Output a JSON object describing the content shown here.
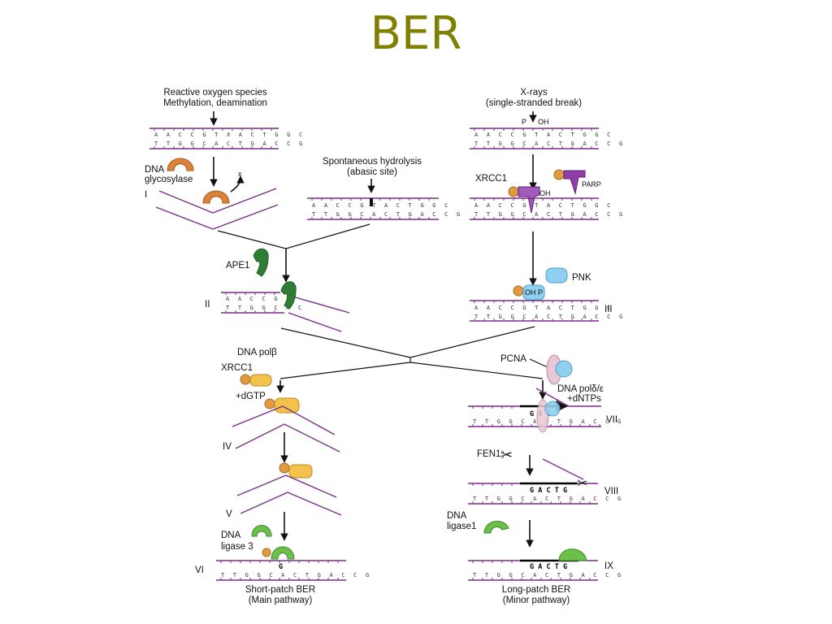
{
  "slide": {
    "title": "BER"
  },
  "labels": {
    "ros_1": "Reactive  oxygen species",
    "ros_2": "Methylation, deamination",
    "xray_1": "X-rays",
    "xray_2": "(single-stranded break)",
    "hydro_1": "Spontaneous hydrolysis",
    "hydro_2": "(abasic site)",
    "dna_glyco_1": "DNA",
    "dna_glyco_2": "glycosylase",
    "x_mark": "X",
    "x_release": "x",
    "xrcc1_top": "XRCC1",
    "parp": "PARP",
    "p_mark": "P",
    "oh_mark": "OH",
    "ape1": "APE1",
    "pnk": "PNK",
    "oh_p": "OH P",
    "dna_polb": "DNA polβ",
    "xrcc1_mid": "XRCC1",
    "dgtp": "+dGTP",
    "pcna": "PCNA",
    "pol_de": "DNA polδ/ε",
    "dntps": "+dNTPs",
    "fen1": "FEN1",
    "dna_ligase1_1": "DNA",
    "dna_ligase1_2": "ligase1",
    "dna_ligase3_1": "DNA",
    "dna_ligase3_2": "ligase 3",
    "short_1": "Short-patch BER",
    "short_2": "(Main pathway)",
    "long_1": "Long-patch BER",
    "long_2": "(Minor pathway)",
    "gac": "G A C",
    "gactg": "G A C T G",
    "g_single": "G"
  },
  "steps": [
    "I",
    "II",
    "III",
    "IV",
    "V",
    "VI",
    "VII",
    "VIII",
    "IX"
  ],
  "sequences": {
    "top_full": "A A C C G T X A C T G G C",
    "top_break": "A A C C G T   A C T G G C",
    "bottom": "T T G G C A C T G A C C G",
    "top_gap": "A A C C G T   A C T G G C",
    "left_half": "A A C C G T",
    "bottom_left": "T T G G C A C",
    "right_half": "A C T G G C",
    "bottom_right": "T G A C C G"
  },
  "colors": {
    "strand": "#7a2e8c",
    "glycosylase": "#d9833a",
    "ape1": "#2e7d32",
    "parp": "#8e3fa8",
    "pnk": "#8fd0f0",
    "polb": "#f2c24a",
    "pcna": "#e8c8d4",
    "ligase": "#6cbf4a",
    "title": "#808000"
  }
}
